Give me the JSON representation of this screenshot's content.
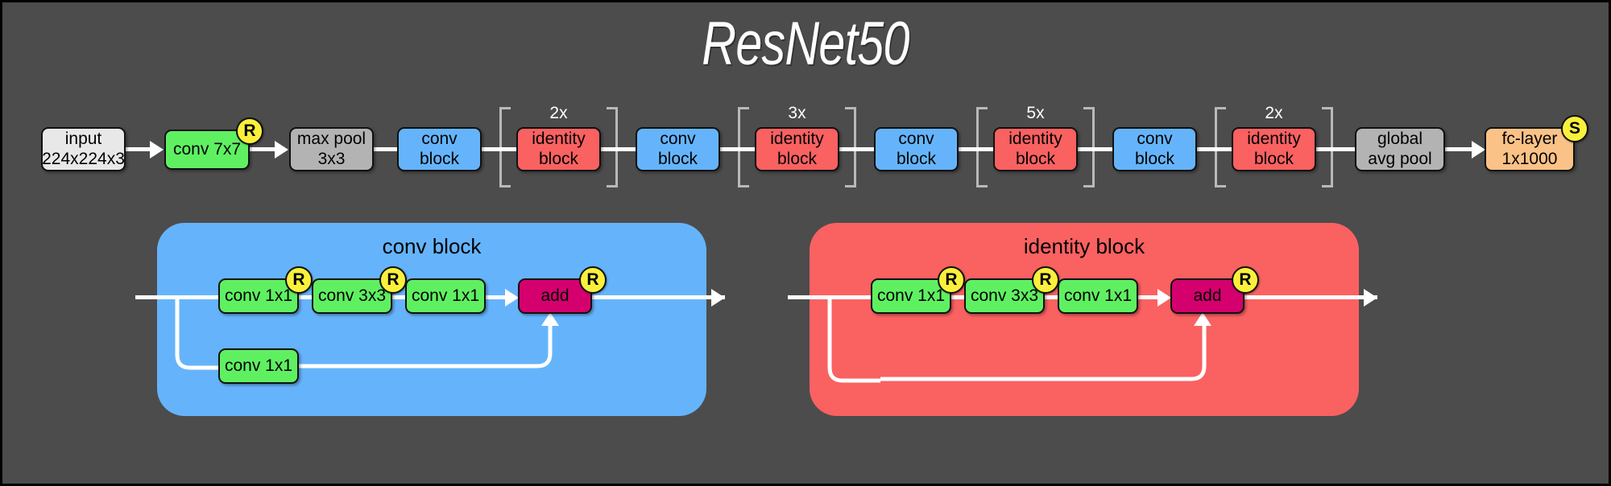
{
  "diagram": {
    "title": "ResNet50",
    "background_color": "#4c4c4c",
    "wire_color": "#ffffff"
  },
  "colors": {
    "input": "#e8e8e8",
    "pool": "#b3b3b3",
    "conv": "#5ff062",
    "conv_block": "#65b4fb",
    "identity_block": "#fa6161",
    "fc": "#fbc287",
    "add": "#d4006e",
    "badge": "#faf03c",
    "bracket": "#b9b9b9"
  },
  "pipeline": {
    "nodes": [
      {
        "id": "input",
        "lines": [
          "input",
          "224x224x3"
        ],
        "color": "input",
        "badge": null
      },
      {
        "id": "conv7x7",
        "lines": [
          "conv 7x7"
        ],
        "color": "conv",
        "badge": "R"
      },
      {
        "id": "maxpool",
        "lines": [
          "max pool",
          "3x3"
        ],
        "color": "pool",
        "badge": null
      },
      {
        "id": "convblock1",
        "lines": [
          "conv",
          "block"
        ],
        "color": "conv_block",
        "badge": null
      },
      {
        "id": "identity1",
        "lines": [
          "identity",
          "block"
        ],
        "color": "identity_block",
        "badge": null
      },
      {
        "id": "convblock2",
        "lines": [
          "conv",
          "block"
        ],
        "color": "conv_block",
        "badge": null
      },
      {
        "id": "identity2",
        "lines": [
          "identity",
          "block"
        ],
        "color": "identity_block",
        "badge": null
      },
      {
        "id": "convblock3",
        "lines": [
          "conv",
          "block"
        ],
        "color": "conv_block",
        "badge": null
      },
      {
        "id": "identity3",
        "lines": [
          "identity",
          "block"
        ],
        "color": "identity_block",
        "badge": null
      },
      {
        "id": "convblock4",
        "lines": [
          "conv",
          "block"
        ],
        "color": "conv_block",
        "badge": null
      },
      {
        "id": "identity4",
        "lines": [
          "identity",
          "block"
        ],
        "color": "identity_block",
        "badge": null
      },
      {
        "id": "globalavgpool",
        "lines": [
          "global",
          "avg pool"
        ],
        "color": "pool",
        "badge": null
      },
      {
        "id": "fclayer",
        "lines": [
          "fc-layer",
          "1x1000"
        ],
        "color": "fc",
        "badge": "S"
      }
    ],
    "repeats": [
      {
        "over": "identity1",
        "label": "2x"
      },
      {
        "over": "identity2",
        "label": "3x"
      },
      {
        "over": "identity3",
        "label": "5x"
      },
      {
        "over": "identity4",
        "label": "2x"
      }
    ]
  },
  "conv_block_panel": {
    "title": "conv block",
    "color": "conv_block",
    "main_path": [
      {
        "id": "cb-conv1",
        "label": "conv 1x1",
        "badge": "R"
      },
      {
        "id": "cb-conv2",
        "label": "conv 3x3",
        "badge": "R"
      },
      {
        "id": "cb-conv3",
        "label": "conv 1x1",
        "badge": null
      },
      {
        "id": "cb-add",
        "label": "add",
        "badge": "R"
      }
    ],
    "skip_path": [
      {
        "id": "cb-skip-conv",
        "label": "conv 1x1",
        "badge": null
      }
    ]
  },
  "identity_block_panel": {
    "title": "identity block",
    "color": "identity_block",
    "main_path": [
      {
        "id": "ib-conv1",
        "label": "conv 1x1",
        "badge": "R"
      },
      {
        "id": "ib-conv2",
        "label": "conv 3x3",
        "badge": "R"
      },
      {
        "id": "ib-conv3",
        "label": "conv 1x1",
        "badge": null
      },
      {
        "id": "ib-add",
        "label": "add",
        "badge": "R"
      }
    ],
    "skip_path": []
  },
  "legend": {
    "relu_badge": "R",
    "softmax_badge": "S"
  }
}
